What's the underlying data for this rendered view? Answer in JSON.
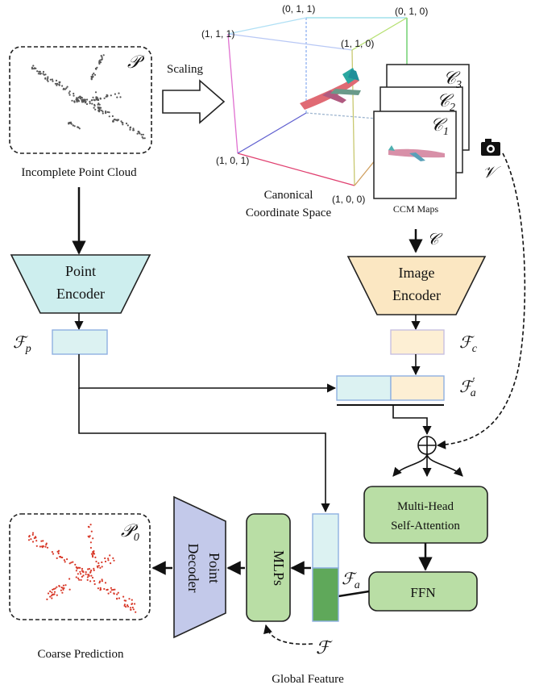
{
  "input": {
    "symbol": "𝒫",
    "caption": "Incomplete Point Cloud"
  },
  "scaling": {
    "label": "Scaling"
  },
  "canonical_space": {
    "caption_line1": "Canonical",
    "caption_line2": "Coordinate Space",
    "corners": {
      "c000": "(1, 0, 0)",
      "c010": "(0, 1, 0)",
      "c011": "(0, 1, 1)",
      "c111": "(1, 1, 1)",
      "c110": "(1, 1, 0)",
      "c101": "(1, 0, 1)"
    }
  },
  "ccm_maps": {
    "labels": [
      "𝒞3",
      "𝒞2",
      "𝒞1"
    ],
    "label_main": [
      "𝒞",
      "𝒞",
      "𝒞"
    ],
    "label_sub": [
      "3",
      "2",
      "1"
    ],
    "caption": "CCM Maps",
    "arrow_symbol": "𝒞"
  },
  "view": {
    "symbol": "𝒱",
    "icon": "camera-icon"
  },
  "point_encoder": {
    "line1": "Point",
    "line2": "Encoder",
    "feature": "ℱ",
    "feature_sub": "p"
  },
  "image_encoder": {
    "line1": "Image",
    "line2": "Encoder",
    "feature": "ℱ",
    "feature_sub": "c"
  },
  "concat": {
    "feature": "ℱ",
    "feature_sub": "a",
    "prime": "′"
  },
  "attention": {
    "line1": "Multi-Head",
    "line2": "Self-Attention"
  },
  "ffn": {
    "label": "FFN",
    "feature": "ℱ",
    "feature_sub": "a"
  },
  "mlps": {
    "label": "MLPs"
  },
  "decoder": {
    "line1": "Point",
    "line2": "Decoder"
  },
  "output": {
    "symbol": "𝒫",
    "symbol_sub": "0",
    "caption": "Coarse Prediction"
  },
  "global_feature": {
    "symbol": "ℱ",
    "caption": "Global Feature"
  },
  "colors": {
    "point_encoder_fill": "#cdeeee",
    "image_encoder_fill": "#fbe7c2",
    "attention_fill": "#b9dea5",
    "decoder_fill": "#c3c9ea",
    "ccm_feat_fill": "#dcf2f2",
    "img_feat_fill": "#fdefd4",
    "global_green": "#5fa85a"
  }
}
